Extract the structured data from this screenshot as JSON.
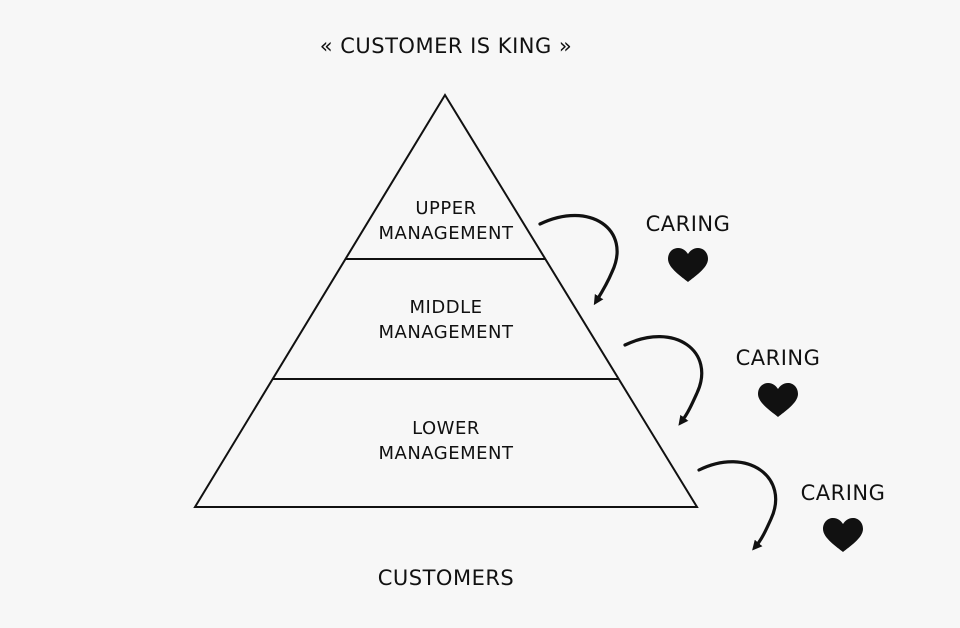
{
  "title": "« CUSTOMER IS KING »",
  "pyramid": {
    "tiers": [
      {
        "line1": "UPPER",
        "line2": "MANAGEMENT"
      },
      {
        "line1": "MIDDLE",
        "line2": "MANAGEMENT"
      },
      {
        "line1": "LOWER",
        "line2": "MANAGEMENT"
      }
    ]
  },
  "base_label": "CUSTOMERS",
  "flows": [
    {
      "label": "CARING",
      "icon": "heart-icon"
    },
    {
      "label": "CARING",
      "icon": "heart-icon"
    },
    {
      "label": "CARING",
      "icon": "heart-icon"
    }
  ],
  "colors": {
    "background": "#f7f7f7",
    "ink": "#111111"
  }
}
